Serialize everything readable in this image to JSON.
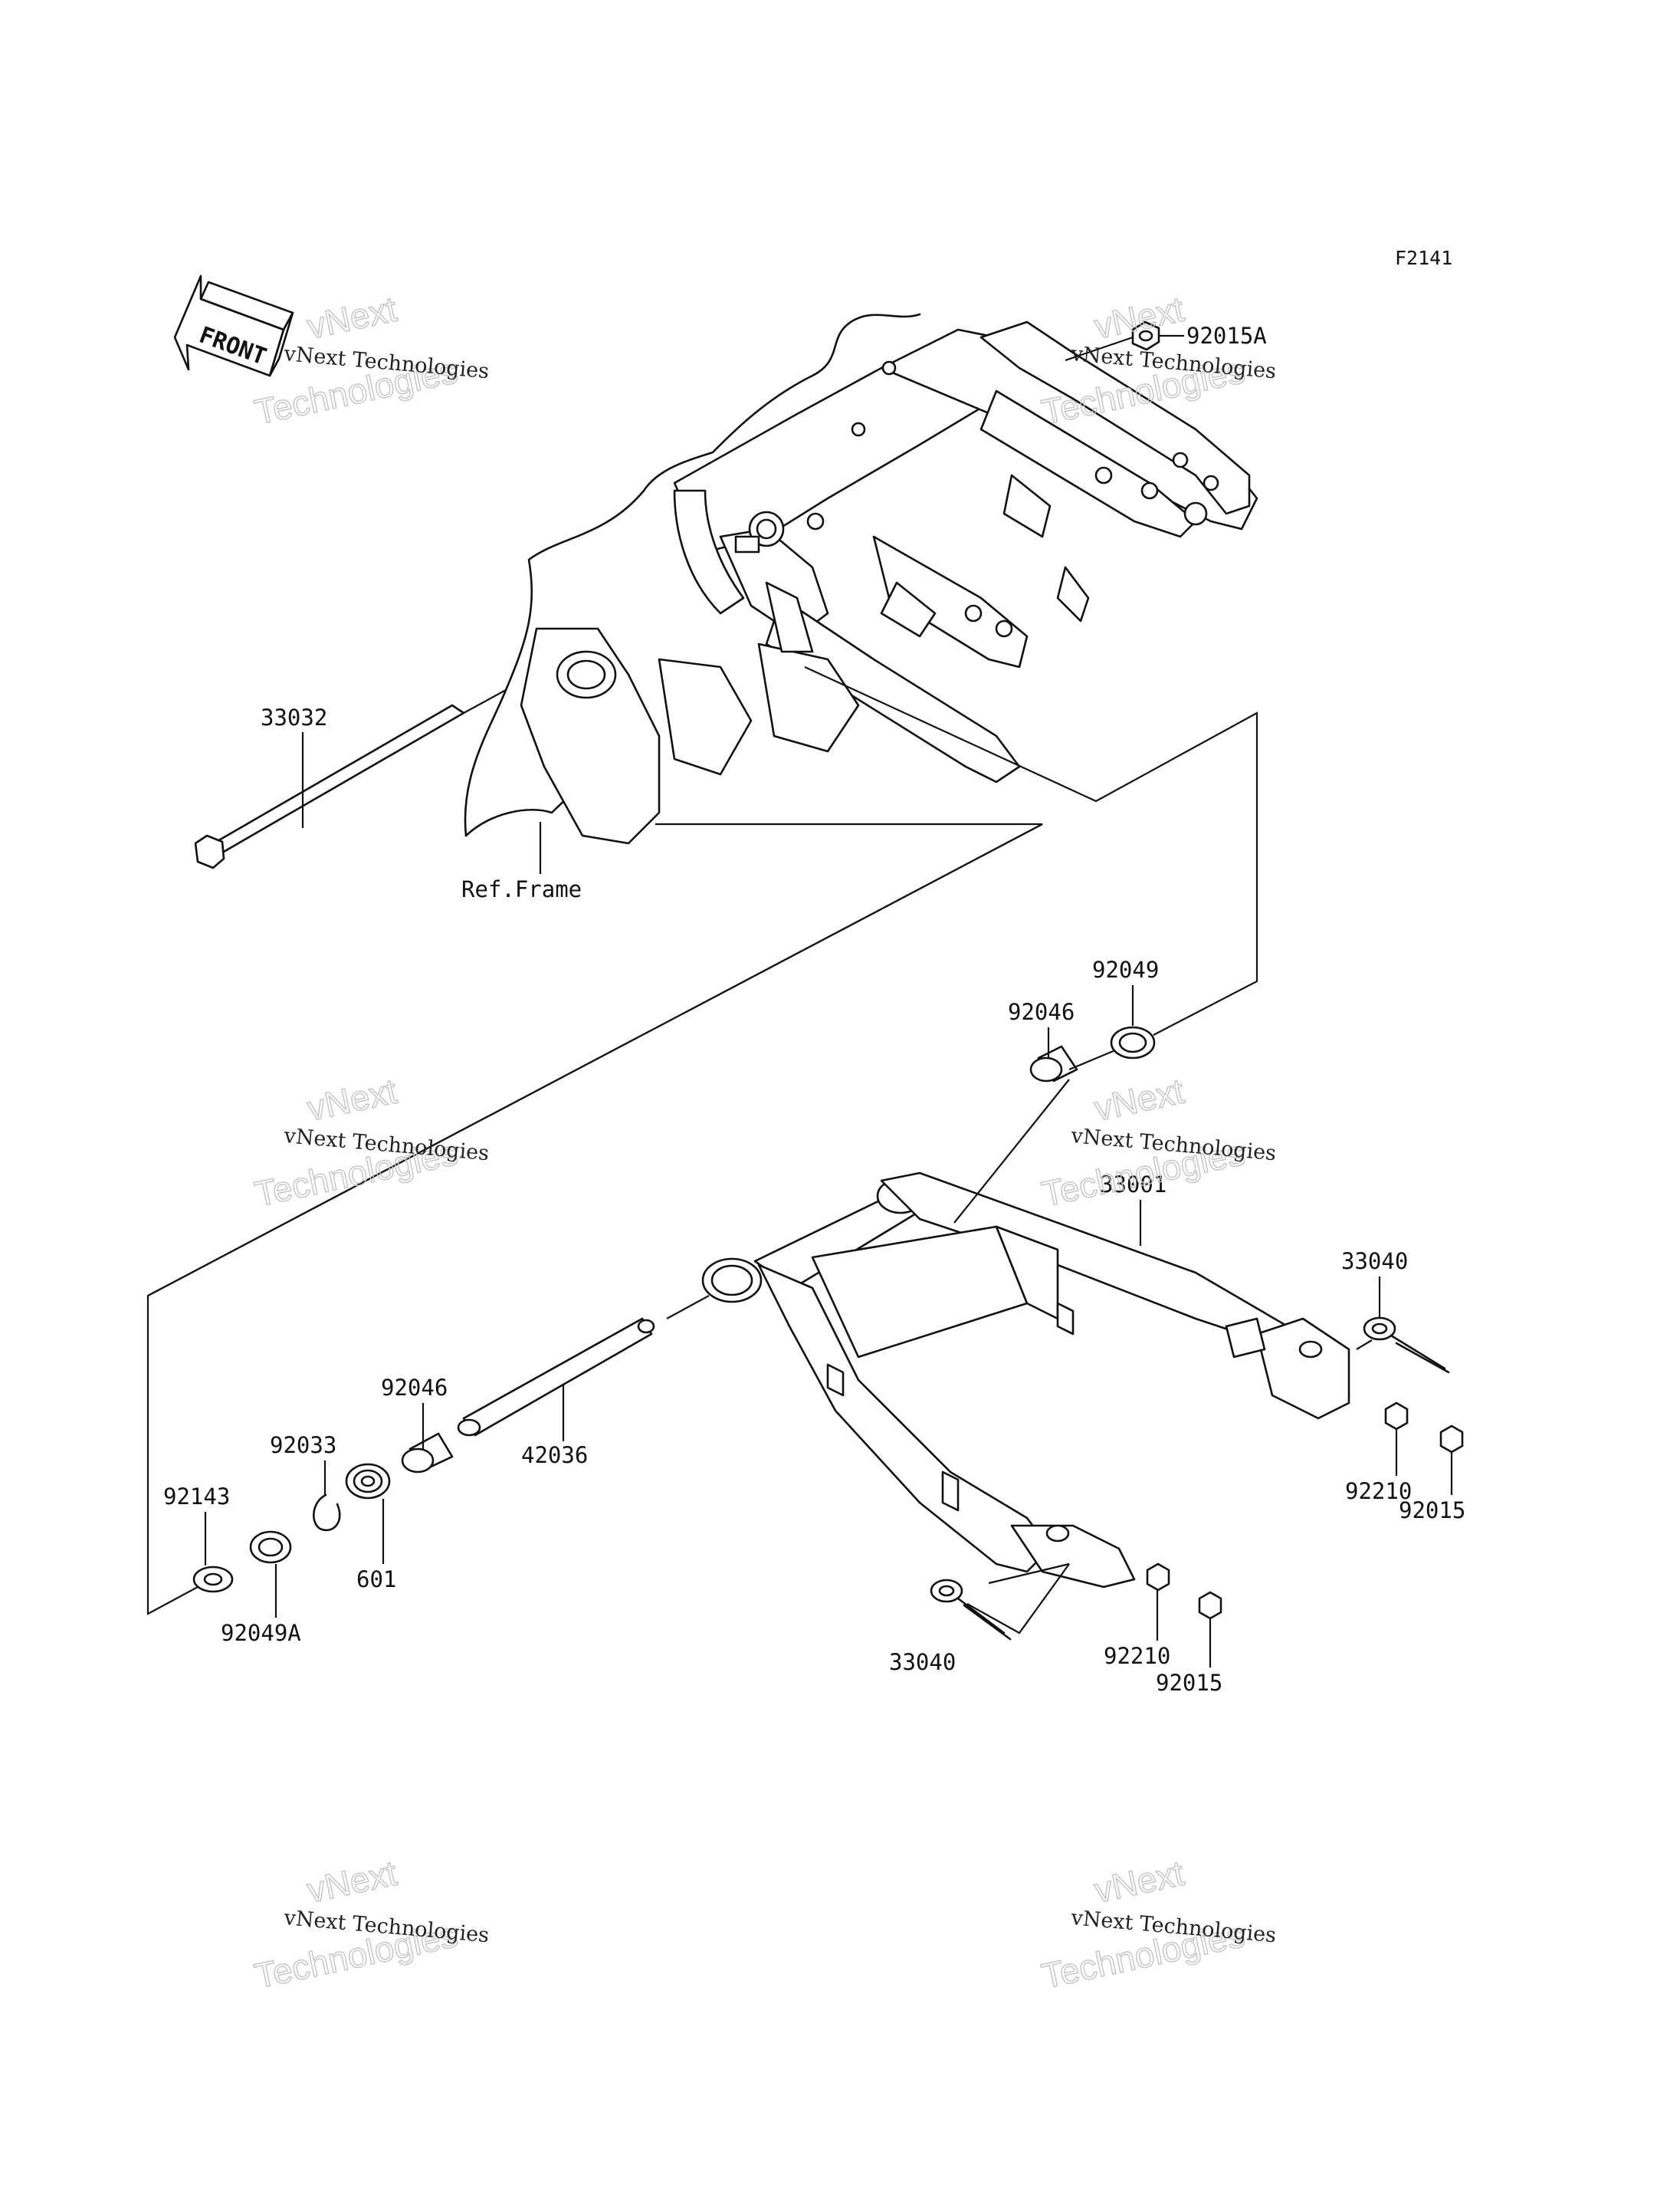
{
  "figure_code": "F2141",
  "front_marker": "FRONT",
  "ref_frame_label": "Ref.Frame",
  "watermark": {
    "line1": "vNext Technologies",
    "line2": "vNext",
    "line3": "Technologies"
  },
  "callouts": {
    "c_92015A": "92015A",
    "c_33032": "33032",
    "c_92049_top": "92049",
    "c_92046_top": "92046",
    "c_33001": "33001",
    "c_33040_right": "33040",
    "c_92046_left": "92046",
    "c_92033": "92033",
    "c_42036": "42036",
    "c_92143": "92143",
    "c_601": "601",
    "c_92049A": "92049A",
    "c_92210_right": "92210",
    "c_92015_right": "92015",
    "c_33040_bottom": "33040",
    "c_92210_bottom": "92210",
    "c_92015_bottom": "92015"
  },
  "colors": {
    "line": "#111111",
    "watermark": "#c4c4c4",
    "background": "#ffffff"
  }
}
